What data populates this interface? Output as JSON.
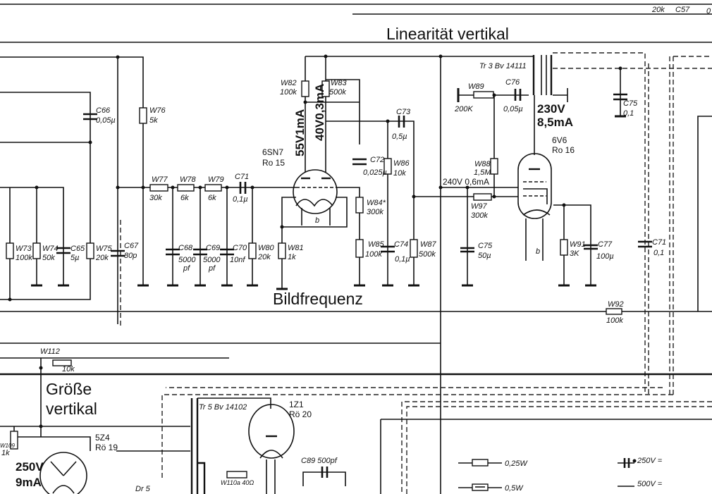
{
  "title_top": "Linearität vertikal",
  "title_bildfrequenz": "Bildfrequenz",
  "title_groesse_1": "Größe",
  "title_groesse_2": "vertikal",
  "top_right": {
    "r": "20k",
    "c": "C57",
    "v": "0"
  },
  "components": {
    "w73": "W73",
    "w73v": "100k",
    "w74": "W74",
    "w74v": "50k",
    "c65": "C65",
    "c65v": "5µ",
    "w75": "W75",
    "w75v": "20k",
    "c66": "C66",
    "c66v": "0,05µ",
    "c67": "C67",
    "c67v": "80p",
    "w76": "W76",
    "w76v": "5k",
    "w77": "W77",
    "w77v": "30k",
    "w78": "W78",
    "w78v": "6k",
    "w79": "W79",
    "w79v": "6k",
    "c71": "C71",
    "c71v": "0,1µ",
    "c68": "C68",
    "c68v1": "5000",
    "c68v2": "pf",
    "c69": "C69",
    "c69v1": "5000",
    "c69v2": "pf",
    "c70": "C70",
    "c70v": "10nf",
    "w80": "W80",
    "w80v": "20k",
    "w81": "W81",
    "w81v": "1k",
    "w82": "W82",
    "w82v": "100k",
    "w83": "W83",
    "w83v": "500k",
    "v1": "55V1mA",
    "v2": "40V0,3mA",
    "tube1": "6SN7",
    "tube1r": "Ro 15",
    "c72": "C72",
    "c72v": "0,025µ",
    "c73": "C73",
    "c73v": "0,5µ",
    "w86": "W86",
    "w86v": "10k",
    "w84": "W84*",
    "w84v": "300k",
    "w85": "W85",
    "w85v": "100k",
    "c74": "C74",
    "c74v": "0,1µ",
    "w87": "W87",
    "w87v": "500k",
    "tr3": "Tr 3 Bv 14111",
    "w89": "W89",
    "w89v": "200K",
    "c76": "C76",
    "c76v": "0,05µ",
    "v230": "230V",
    "ma85": "8,5mA",
    "tube2": "6V6",
    "tube2r": "Ro 16",
    "w88": "W88",
    "w88v": "1,5M",
    "v240": "240V 0,6mA",
    "w97": "W97",
    "w97v": "300k",
    "c75": "C75",
    "c75v": "50µ",
    "c75b": "C75",
    "c75bv": "0,1",
    "w91": "W91",
    "w91v": "3K",
    "c77": "C77",
    "c77v": "100µ",
    "c71b": "C71",
    "c71bv": "0,1",
    "w92": "W92",
    "w92v": "100k",
    "w112": "W112",
    "w112v": "10k",
    "tr5": "Tr 5 Bv 14102",
    "tube3": "1Z1",
    "tube3r": "Rö 20",
    "tube4": "5Z4",
    "tube4r": "Rö 19",
    "v250": "250V",
    "ma9": "9mA",
    "w109": "W109",
    "w109v": "1k",
    "c89": "C89 500pf",
    "w110": "W110a 40Ω",
    "dr5": "Dr 5",
    "b1": "b",
    "b2": "b"
  },
  "legend": {
    "r025": "0,25W",
    "r05": "0,5W",
    "c250": "250V =",
    "c500": "500V ="
  }
}
